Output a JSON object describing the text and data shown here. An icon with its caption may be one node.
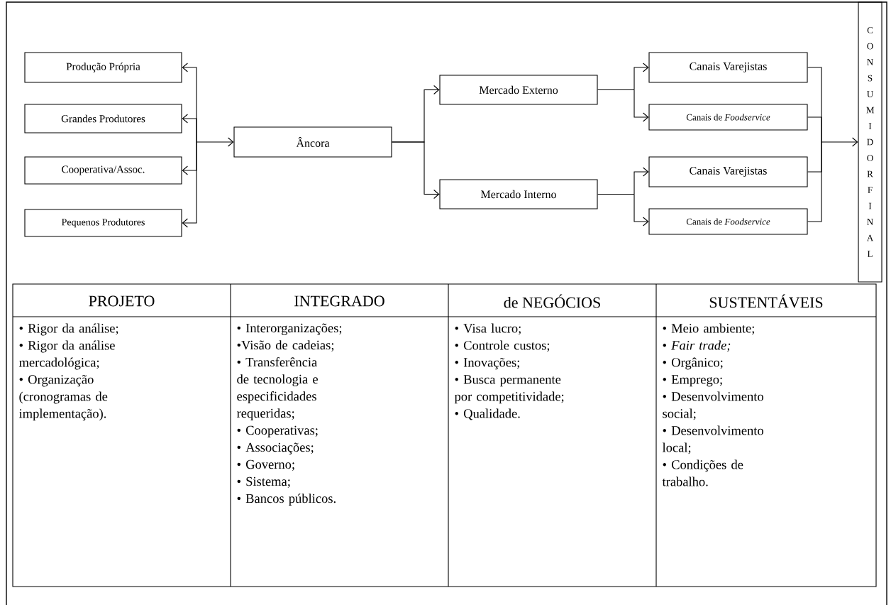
{
  "diagram": {
    "nodes": [
      {
        "text": [
          "Produção Própria"
        ]
      },
      {
        "text": [
          "Grandes Produtores"
        ]
      },
      {
        "text": [
          "Cooperativa/Assoc."
        ]
      },
      {
        "text": [
          "Pequenos Produtores"
        ]
      },
      {
        "text": [
          "Âncora"
        ]
      },
      {
        "text": [
          "Mercado Externo"
        ]
      },
      {
        "text": [
          "Mercado Interno"
        ]
      },
      {
        "text": [
          "Canais Varejistas"
        ]
      },
      {
        "text": [
          "Canais de *Foodservice*"
        ]
      },
      {
        "text": [
          "Canais Varejistas"
        ]
      },
      {
        "text": [
          "Canais de *Foodservice*"
        ]
      },
      {
        "text": [
          "CONSUMIDOR FINAL"
        ]
      }
    ],
    "edges": [
      {
        "from": 0,
        "to": 4,
        "arrow": "both"
      },
      {
        "from": 1,
        "to": 4,
        "arrow": "both"
      },
      {
        "from": 2,
        "to": 4,
        "arrow": "both"
      },
      {
        "from": 3,
        "to": 4,
        "arrow": "both"
      },
      {
        "from": 4,
        "to": 5,
        "arrow": "to"
      },
      {
        "from": 4,
        "to": 6,
        "arrow": "to"
      },
      {
        "from": 5,
        "to": 7,
        "arrow": "to"
      },
      {
        "from": 5,
        "to": 8,
        "arrow": "to"
      },
      {
        "from": 6,
        "to": 9,
        "arrow": "to"
      },
      {
        "from": 6,
        "to": 10,
        "arrow": "to"
      },
      {
        "from": 7,
        "to": 11,
        "arrow": "to"
      },
      {
        "from": 8,
        "to": 11,
        "arrow": "to"
      },
      {
        "from": 9,
        "to": 11,
        "arrow": "to"
      },
      {
        "from": 10,
        "to": 11,
        "arrow": "to"
      }
    ],
    "labels": [
      "PROJETO",
      "INTEGRADO",
      "de NEGÓCIOS",
      "SUSTENTÁVEIS",
      "• Rigor da análise;",
      "• Rigor da análise mercadológica;",
      "• Organização (cronogramas de implementação).",
      "• Interorganizações;",
      "•Visão de cadeias;",
      "• Transferência de tecnologia e especificidades requeridas;",
      "• Cooperativas;",
      "• Associações;",
      "• Governo;",
      "• Sistema;",
      "• Bancos públicos.",
      "• Visa lucro;",
      "• Controle custos;",
      "• Inovações;",
      "• Busca permanente por competitividade;",
      "• Qualidade.",
      "• Meio ambiente;",
      "• *Fair trade;*",
      "• Orgânico;",
      "• Emprego;",
      "• Desenvolvimento social;",
      "• Desenvolvimento local;",
      "• Condições de trabalho."
    ]
  }
}
